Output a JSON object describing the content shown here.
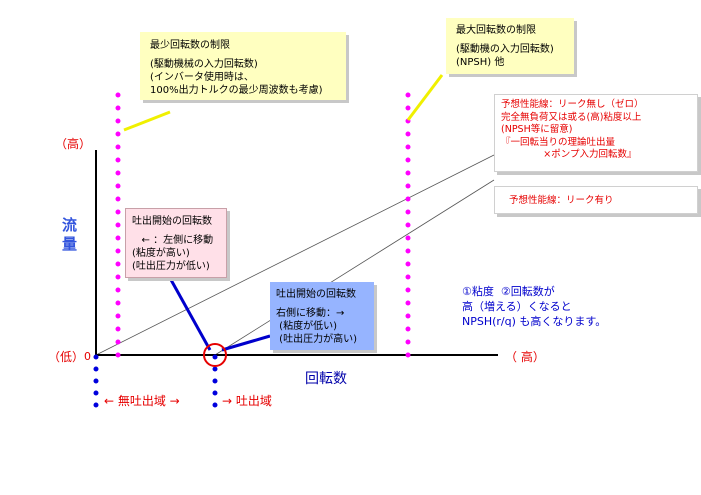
{
  "axes": {
    "y_title": "流量",
    "y_high": "（高）",
    "y_low": "（低）",
    "origin": "0",
    "x_title": "回転数",
    "x_high": "（ 高）"
  },
  "zones": {
    "no_discharge": "←  無吐出域  →",
    "discharge": "→  吐出域"
  },
  "min_speed_box": {
    "title": "最少回転数の制限",
    "lines": [
      "(駆動機械の入力回転数)",
      "(インバータ使用時は、",
      "100%出力トルクの最少周波数も考慮)"
    ]
  },
  "max_speed_box": {
    "title": "最大回転数の制限",
    "lines": [
      "(駆動機の入力回転数)",
      "(NPSH) 他"
    ]
  },
  "perf_no_leak": {
    "lines": [
      "予想性能線：リーク無し（ゼロ）",
      "完全無負荷又は或る(高)粘度以上",
      "(NPSH等に留意)",
      "『一回転当りの理論吐出量",
      "              ×ポンプ入力回転数』"
    ]
  },
  "perf_leak": {
    "text": "予想性能線：リーク有り"
  },
  "start_left": {
    "title": "吐出開始の回転数",
    "lines": [
      "   ← ：左側に移動",
      "(粘度が高い)",
      "(吐出圧力が低い)"
    ]
  },
  "start_right": {
    "title": "吐出開始の回転数",
    "lines": [
      "右側に移動：→",
      " (粘度が低い)",
      " (吐出圧力が高い)"
    ]
  },
  "note": {
    "lines": [
      "①粘度  ②回転数が",
      "高（増える）くなると",
      "NPSH(r/q) も高くなります。"
    ]
  },
  "colors": {
    "dotted_magenta": "#ff00ff",
    "dotted_blue": "#0000dd",
    "connector_yellow": "#f0f000",
    "pointer_blue": "#0000cc",
    "accent_red": "#e60000"
  }
}
